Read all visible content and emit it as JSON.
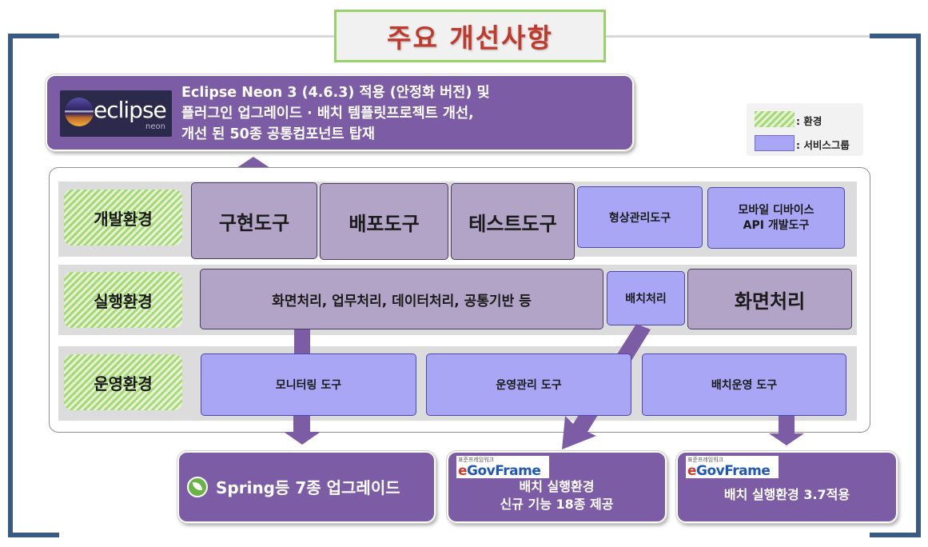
{
  "title": "주요 개선사항",
  "eclipse": {
    "logo_word": "eclipse",
    "logo_sub": "neon",
    "lines": [
      "Eclipse Neon 3 (4.6.3) 적용 (안정화 버전) 및",
      "플러그인 업그레이드  ·  배치 템플릿프로젝트 개선,",
      "개선 된 50종 공통컴포넌트 탑재"
    ]
  },
  "legend": {
    "env_label": ": 환경",
    "service_label": ": 서비스그룹"
  },
  "rows": {
    "dev": {
      "label": "개발환경",
      "items": [
        "구현도구",
        "배포도구",
        "테스트도구",
        "형상관리도구",
        "모바일 디바이스",
        "API 개발도구"
      ]
    },
    "run": {
      "label": "실행환경",
      "items": [
        "화면처리, 업무처리, 데이터처리, 공통기반 등",
        "배치처리",
        "화면처리"
      ]
    },
    "ops": {
      "label": "운영환경",
      "items": [
        "모니터링 도구",
        "운영관리 도구",
        "배치운영 도구"
      ]
    }
  },
  "bottom": {
    "spring": "Spring등 7종 업그레이드",
    "egov_small": "표준프레임워크",
    "egov_e": "e",
    "egov_rest": "GovFrame",
    "batch_new_1": "배치 실행환경",
    "batch_new_2": "신규 기능 18종 제공",
    "batch_apply": "배치 실행환경 3.7적용"
  },
  "colors": {
    "purple": "#7c5da5",
    "lavender": "#b2a4c6",
    "blue": "#a9a6f6",
    "green_hatch": "#a8d878",
    "title_red": "#c0392b",
    "frame": "#3b5a82"
  }
}
